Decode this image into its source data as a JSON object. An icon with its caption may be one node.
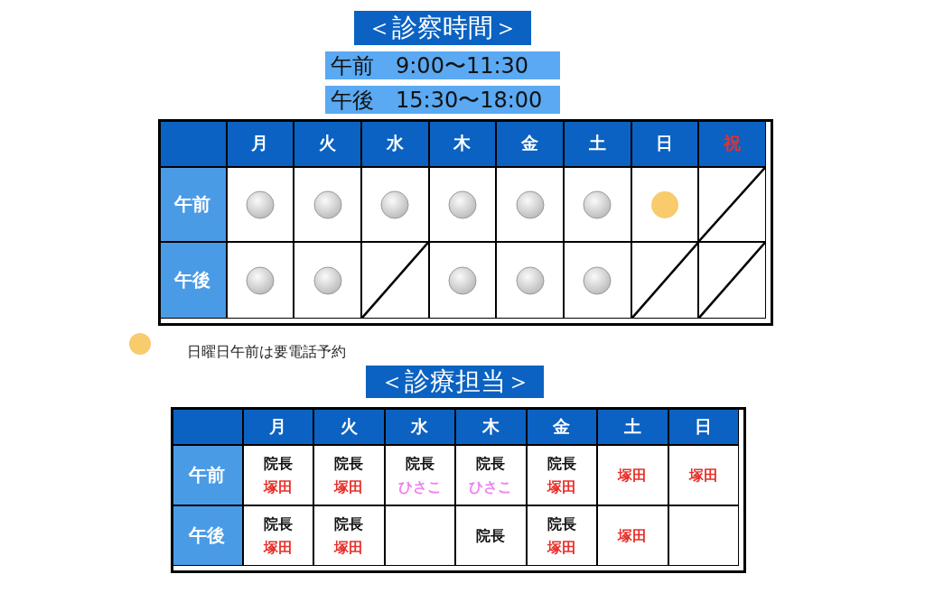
{
  "diagram": {
    "title": "＜診察時間＞",
    "labels": [
      "午前　9:00〜11:30",
      "午後　15:30〜18:00",
      "月",
      "火",
      "水",
      "木",
      "金",
      "土",
      "日",
      "祝",
      "午前",
      "午後",
      "＜診療担当＞",
      "月",
      "火",
      "水",
      "木",
      "金",
      "土",
      "日",
      "午前",
      "院長",
      "塚田",
      "院長",
      "塚田",
      "院長",
      "ひさこ",
      "院長",
      "ひさこ",
      "院長",
      "塚田",
      "塚田",
      "塚田",
      "午後",
      "院長",
      "塚田",
      "院長",
      "塚田",
      "院長",
      "院長",
      "塚田",
      "塚田"
    ],
    "legend": [
      {
        "text": "日曜日午前は要電話予約",
        "color": "#f8cb6c"
      }
    ]
  }
}
